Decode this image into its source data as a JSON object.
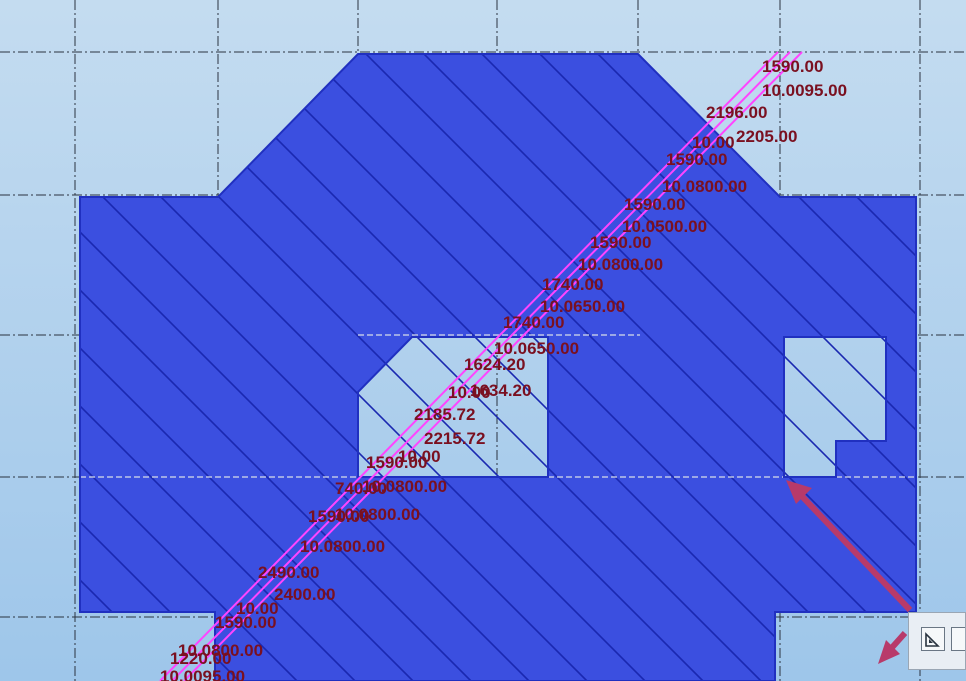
{
  "colors": {
    "background_top": "#c4dcf0",
    "background_bottom": "#9ec6ea",
    "slab_fill": "#3b4fe0",
    "slab_edge": "#2030c0",
    "hatch": "#1a28b0",
    "opening_fill": "#b9d6f2",
    "grid_line": "#2b3340",
    "rebar_line": "#ff44ff",
    "label_text": "#7a1020",
    "arrow": "#b83a6a"
  },
  "labels": [
    "1590.00",
    "10.0095.00",
    "2196.00",
    "2205.00",
    "10.00",
    "1590.00",
    "10.0800.00",
    "1590.00",
    "10.0500.00",
    "1590.00",
    "10.0800.00",
    "1740.00",
    "10.0650.00",
    "1740.00",
    "10.0650.00",
    "1624.20",
    "10.00",
    "1634.20",
    "2185.72",
    "2215.72",
    "10.00",
    "1590.00",
    "740.00",
    "10.0800.00",
    "1590.00",
    "10.0800.00",
    "10.0800.00",
    "2490.00",
    "2400.00",
    "10.00",
    "1590.00",
    "10.0800.00",
    "1220.00",
    "10.0095.00"
  ],
  "icons": {
    "toolbar_button": "view-icon",
    "arrow": "red-arrow-icon"
  }
}
